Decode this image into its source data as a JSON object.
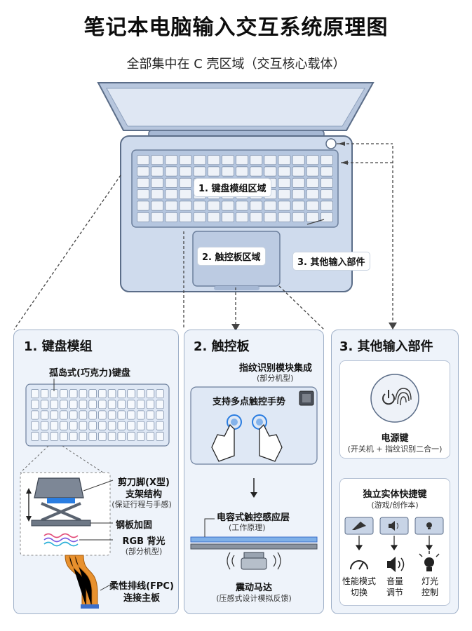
{
  "title": "笔记本电脑输入交互系统原理图",
  "subtitle": "全部集中在 C 壳区域（交互核心载体）",
  "laptop": {
    "keyboard_label": "1. 键盘模组区域",
    "touchpad_label": "2. 触控板区域",
    "other_label": "3. 其他输入部件"
  },
  "panel_keyboard": {
    "title": "1. 键盘模组",
    "island_label": "孤岛式(巧克力)键盘",
    "scissor_line1": "剪刀脚(X型)",
    "scissor_line2": "支架结构",
    "scissor_note": "(保证行程与手感)",
    "plate_label": "钢板加固",
    "rgb_label": "RGB 背光",
    "rgb_note": "(部分机型)",
    "fpc_line1": "柔性排线(FPC)",
    "fpc_line2": "连接主板"
  },
  "panel_touchpad": {
    "title": "2. 触控板",
    "fingerprint_label": "指纹识别模块集成",
    "fingerprint_note": "(部分机型)",
    "gesture_label": "支持多点触控手势",
    "sensor_label": "电容式触控感应层",
    "sensor_note": "(工作原理)",
    "motor_label": "震动马达",
    "motor_note": "(压感式设计模拟反馈)"
  },
  "panel_other": {
    "title": "3. 其他输入部件",
    "power_label": "电源键",
    "power_note": "(开关机 + 指纹识别二合一)",
    "shortcut_label": "独立实体快捷键",
    "shortcut_note": "(游戏/创作本)",
    "items": [
      {
        "line1": "性能模式",
        "line2": "切换",
        "key_icon": "performance-key-icon",
        "icon": "gauge-icon"
      },
      {
        "line1": "音量",
        "line2": "调节",
        "key_icon": "volume-key-icon",
        "icon": "speaker-icon"
      },
      {
        "line1": "灯光",
        "line2": "控制",
        "key_icon": "light-key-icon",
        "icon": "lightbulb-icon"
      }
    ]
  },
  "colors": {
    "panel_border": "#9fb0c8",
    "panel_fill": "#eef3fa",
    "laptop_body": "#c9d6ea",
    "accent_blue": "#2a7de1",
    "fpc_orange": "#e8912e"
  }
}
